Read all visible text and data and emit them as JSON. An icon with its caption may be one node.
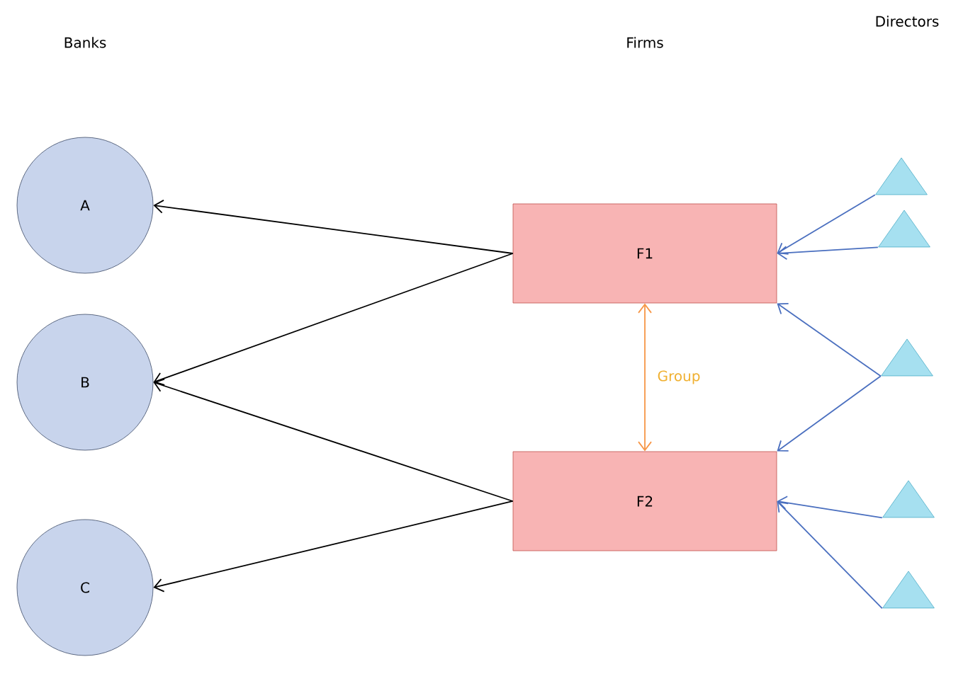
{
  "diagram": {
    "nodes": [
      {
        "text": [
          "A"
        ]
      },
      {
        "text": [
          "B"
        ]
      },
      {
        "text": [
          "C"
        ]
      },
      {
        "text": [
          "F1"
        ]
      },
      {
        "text": [
          "F2"
        ]
      },
      {
        "text": [],
        "shape": "triangle"
      },
      {
        "text": [],
        "shape": "triangle"
      },
      {
        "text": [],
        "shape": "triangle"
      },
      {
        "text": [],
        "shape": "triangle"
      },
      {
        "text": [],
        "shape": "triangle"
      }
    ],
    "edges": [
      {
        "from": 3,
        "to": 0,
        "arrow": "to",
        "color": "#000000"
      },
      {
        "from": 3,
        "to": 1,
        "arrow": "to",
        "color": "#000000"
      },
      {
        "from": 4,
        "to": 1,
        "arrow": "to",
        "color": "#000000"
      },
      {
        "from": 4,
        "to": 2,
        "arrow": "to",
        "color": "#000000"
      },
      {
        "from": 3,
        "to": 4,
        "arrow": "both",
        "label": "Group",
        "color": "#f79646"
      },
      {
        "from": 5,
        "to": 3,
        "arrow": "to"
      },
      {
        "from": 6,
        "to": 3,
        "arrow": "to"
      },
      {
        "from": 7,
        "to": 3,
        "arrow": "to"
      },
      {
        "from": 7,
        "to": 4,
        "arrow": "to"
      },
      {
        "from": 8,
        "to": 4,
        "arrow": "to"
      },
      {
        "from": 9,
        "to": 4,
        "arrow": "to"
      }
    ],
    "labels": [
      "Banks",
      "Firms",
      "Directors"
    ]
  }
}
